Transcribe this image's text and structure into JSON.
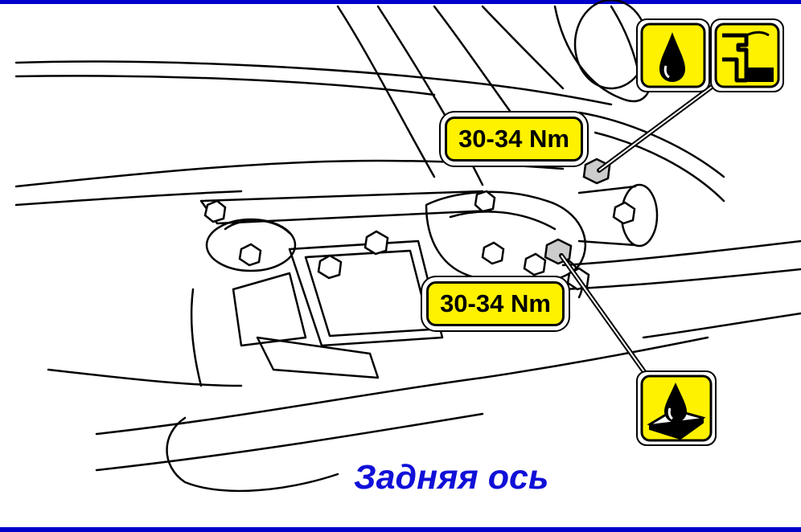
{
  "torque_labels": {
    "upper": "30-34 Nm",
    "lower": "30-34 Nm"
  },
  "caption": "Задняя  ось",
  "icons": {
    "oil_drop": "oil-drop-icon",
    "thread_sealant": "thread-sealant-icon",
    "grease_pad": "grease-pad-icon"
  },
  "colors": {
    "label_fill": "#fff200",
    "caption_text": "#1010d8",
    "border_lines": "#0000cc"
  }
}
